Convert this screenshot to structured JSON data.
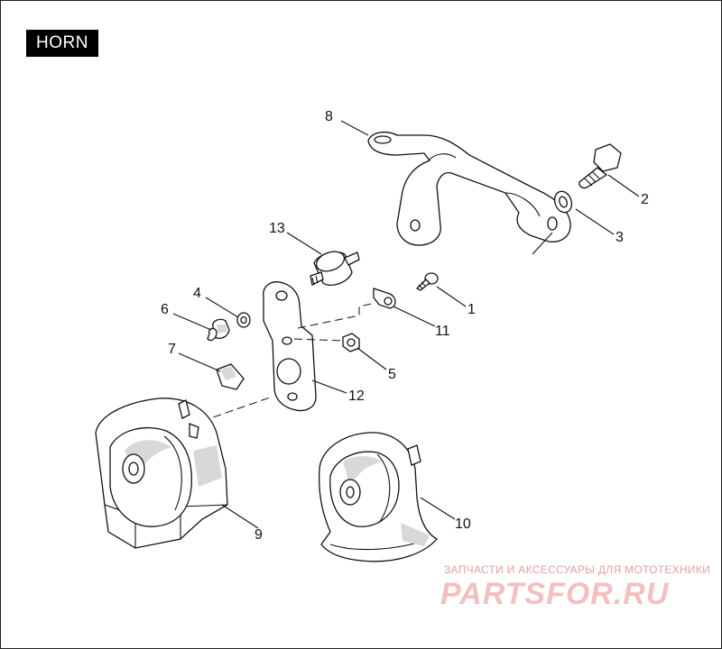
{
  "title": "HORN",
  "callouts": [
    {
      "id": "1",
      "label": "1"
    },
    {
      "id": "2",
      "label": "2"
    },
    {
      "id": "3",
      "label": "3"
    },
    {
      "id": "4",
      "label": "4"
    },
    {
      "id": "5",
      "label": "5"
    },
    {
      "id": "6",
      "label": "6"
    },
    {
      "id": "7",
      "label": "7"
    },
    {
      "id": "8",
      "label": "8"
    },
    {
      "id": "9",
      "label": "9"
    },
    {
      "id": "10",
      "label": "10"
    },
    {
      "id": "11",
      "label": "11"
    },
    {
      "id": "12",
      "label": "12"
    },
    {
      "id": "13",
      "label": "13"
    }
  ],
  "watermark": {
    "tagline": "ЗАПЧАСТИ И АКСЕССУАРЫ ДЛЯ МОТОТЕХНИКИ",
    "logo": "PARTSFOR.RU"
  }
}
